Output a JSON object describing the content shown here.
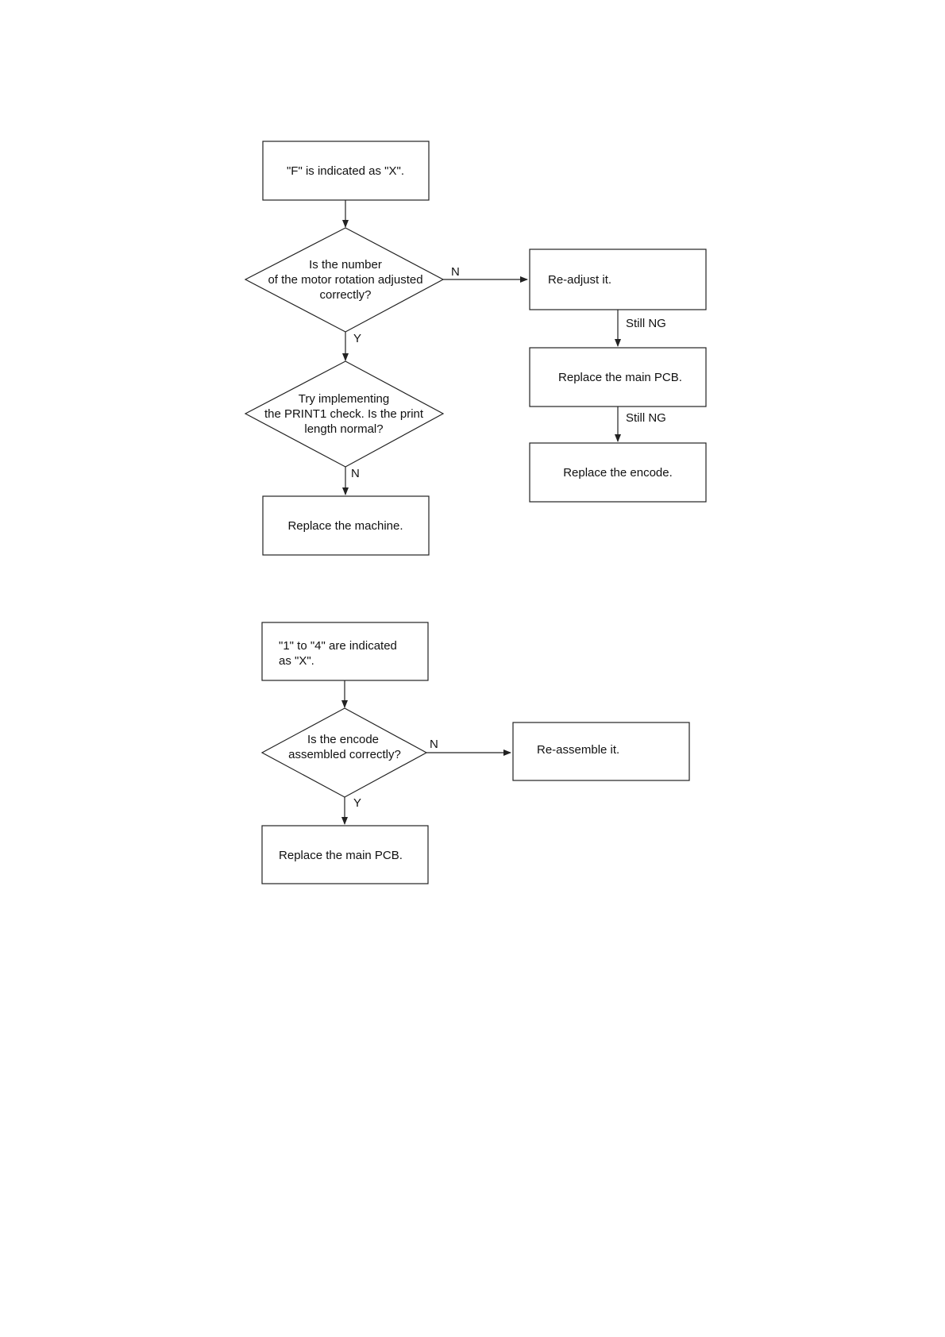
{
  "flowchart_1": {
    "start": "\"F\" is indicated as \"X\".",
    "decision_motor": [
      "Is the number",
      "of the motor rotation adjusted",
      "correctly?"
    ],
    "readjust": "Re-adjust it.",
    "replace_main_pcb": "Replace the main PCB.",
    "replace_encode": "Replace the encode.",
    "decision_print": [
      "Try implementing",
      "the PRINT1 check. Is the print",
      "length normal?"
    ],
    "replace_machine": "Replace the machine.",
    "label_no_1": "N",
    "label_yes_1": "Y",
    "label_no_2": "N",
    "still_ng_1": "Still NG",
    "still_ng_2": "Still NG"
  },
  "flowchart_2": {
    "start": [
      "\"1\" to \"4\" are indicated",
      "as \"X\"."
    ],
    "decision_encode": [
      "Is the encode",
      "assembled correctly?"
    ],
    "reassemble": "Re-assemble it.",
    "replace_main_pcb": "Replace the main PCB.",
    "label_no": "N",
    "label_yes": "Y"
  }
}
